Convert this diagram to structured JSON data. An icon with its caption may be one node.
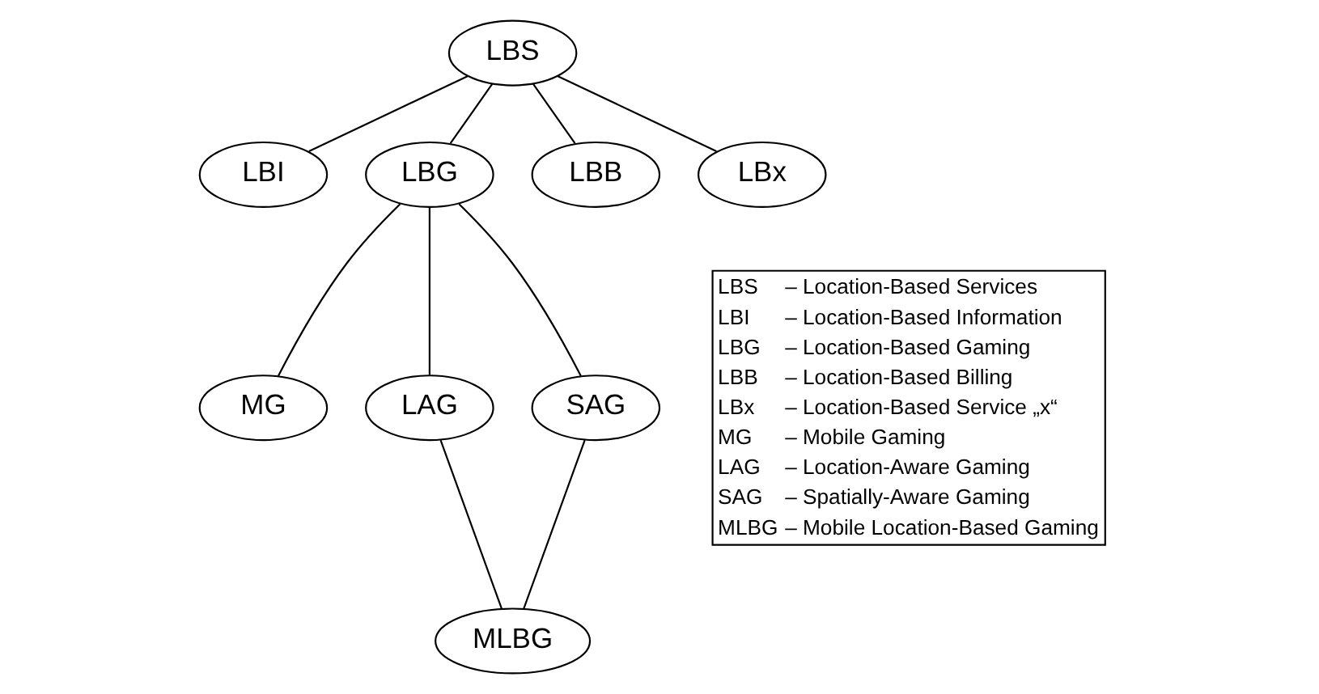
{
  "diagram": {
    "nodes": [
      {
        "text": [
          "LBS"
        ]
      },
      {
        "text": [
          "LBI"
        ]
      },
      {
        "text": [
          "LBG"
        ]
      },
      {
        "text": [
          "LBB"
        ]
      },
      {
        "text": [
          "LBx"
        ]
      },
      {
        "text": [
          "MG"
        ]
      },
      {
        "text": [
          "LAG"
        ]
      },
      {
        "text": [
          "SAG"
        ]
      },
      {
        "text": [
          "MLBG"
        ]
      }
    ],
    "edges": [
      {
        "from": 0,
        "to": 1,
        "arrow": "none"
      },
      {
        "from": 0,
        "to": 2,
        "arrow": "none"
      },
      {
        "from": 0,
        "to": 3,
        "arrow": "none"
      },
      {
        "from": 0,
        "to": 4,
        "arrow": "none"
      },
      {
        "from": 2,
        "to": 5,
        "arrow": "none"
      },
      {
        "from": 2,
        "to": 6,
        "arrow": "none"
      },
      {
        "from": 2,
        "to": 7,
        "arrow": "none"
      },
      {
        "from": 6,
        "to": 8,
        "arrow": "none"
      },
      {
        "from": 7,
        "to": 8,
        "arrow": "none"
      }
    ],
    "labels": [
      "LBS",
      "– Location-Based Services",
      "LBI",
      "– Location-Based Information",
      "LBG",
      "– Location-Based Gaming",
      "LBB",
      "– Location-Based Billing",
      "LBx",
      "– Location-Based Service „x“",
      "MG",
      "– Mobile Gaming",
      "LAG",
      "– Location-Aware Gaming",
      "SAG",
      "– Spatially-Aware Gaming",
      "MLBG",
      "– Mobile Location-Based Gaming"
    ]
  }
}
